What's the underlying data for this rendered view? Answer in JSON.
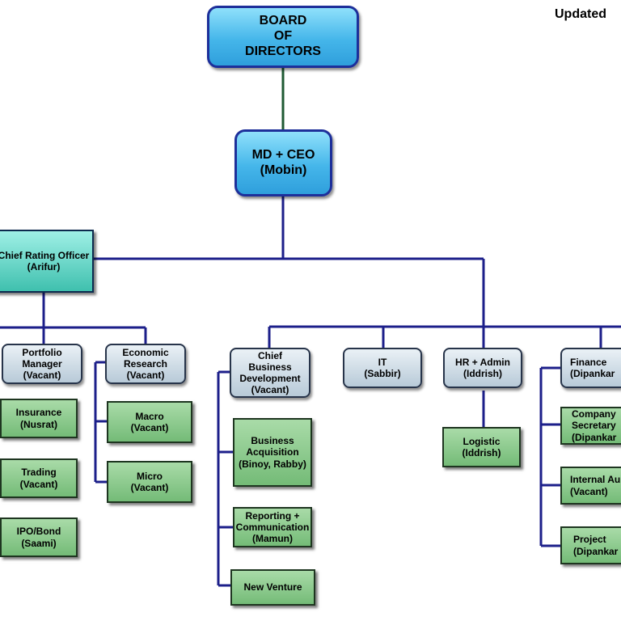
{
  "header": {
    "updated": "Updated"
  },
  "board": {
    "line1": "BOARD",
    "line2": "OF",
    "line3": "DIRECTORS"
  },
  "ceo": {
    "line1": "MD + CEO",
    "line2": "(Mobin)"
  },
  "cro": {
    "line1": "Chief Rating Officer",
    "line2": "(Arifur)"
  },
  "portfolio": {
    "line1": "Portfolio",
    "line2": "Manager",
    "line3": "(Vacant)"
  },
  "economic": {
    "line1": "Economic",
    "line2": "Research",
    "line3": "(Vacant)"
  },
  "insurance": {
    "line1": "Insurance",
    "line2": "(Nusrat)"
  },
  "trading": {
    "line1": "Trading",
    "line2": "(Vacant)"
  },
  "ipo": {
    "line1": "IPO/Bond",
    "line2": "(Saami)"
  },
  "macro": {
    "line1": "Macro",
    "line2": "(Vacant)"
  },
  "micro": {
    "line1": "Micro",
    "line2": "(Vacant)"
  },
  "cbd": {
    "line1": "Chief",
    "line2": "Business",
    "line3": "Development",
    "line4": "(Vacant)"
  },
  "ba": {
    "line1": "Business",
    "line2": "Acquisition",
    "line3": "(Binoy, Rabby)"
  },
  "rc": {
    "line1": "Reporting +",
    "line2": "Communication",
    "line3": "(Mamun)"
  },
  "nv": {
    "line1": "New Venture"
  },
  "it": {
    "line1": "IT",
    "line2": "(Sabbir)"
  },
  "hr": {
    "line1": "HR + Admin",
    "line2": "(Iddrish)"
  },
  "logistic": {
    "line1": "Logistic",
    "line2": "(Iddrish)"
  },
  "finance": {
    "line1": "Finance",
    "line2": "(Dipankar"
  },
  "cs": {
    "line1": "Company",
    "line2": "Secretary",
    "line3": "(Dipankar"
  },
  "ia": {
    "line1": "Internal Au",
    "line2": "(Vacant)"
  },
  "project": {
    "line1": "Project",
    "line2": "(Dipankar"
  }
}
